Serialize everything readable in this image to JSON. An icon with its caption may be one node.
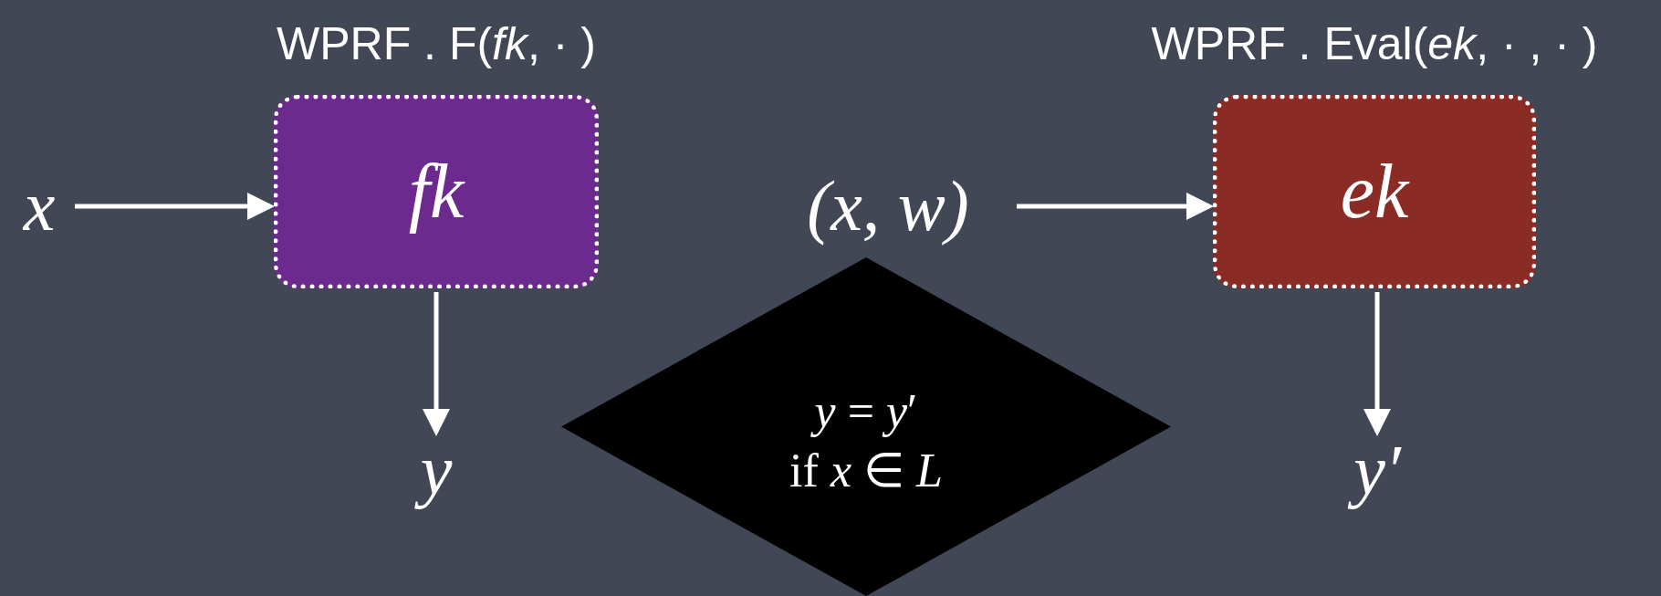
{
  "diagram": {
    "nodes": [
      {
        "text": [
          "WPRF . F(*fk*, · )",
          "fk"
        ]
      },
      {
        "text": [
          "x"
        ]
      },
      {
        "text": [
          "y"
        ]
      },
      {
        "text": [
          "(*x*, *w*)"
        ]
      },
      {
        "text": [
          "WPRF . Eval(*ek*, · , · )",
          "ek"
        ]
      },
      {
        "text": [
          "y′"
        ]
      },
      {
        "text": [
          "*y* = *y*′",
          "if *x* ∈ *L*"
        ]
      }
    ],
    "edges": [
      {
        "from": 1,
        "to": 0,
        "arrow": "to"
      },
      {
        "from": 0,
        "to": 2,
        "arrow": "to"
      },
      {
        "from": 3,
        "to": 4,
        "arrow": "to"
      },
      {
        "from": 4,
        "to": 5,
        "arrow": "to"
      }
    ]
  }
}
